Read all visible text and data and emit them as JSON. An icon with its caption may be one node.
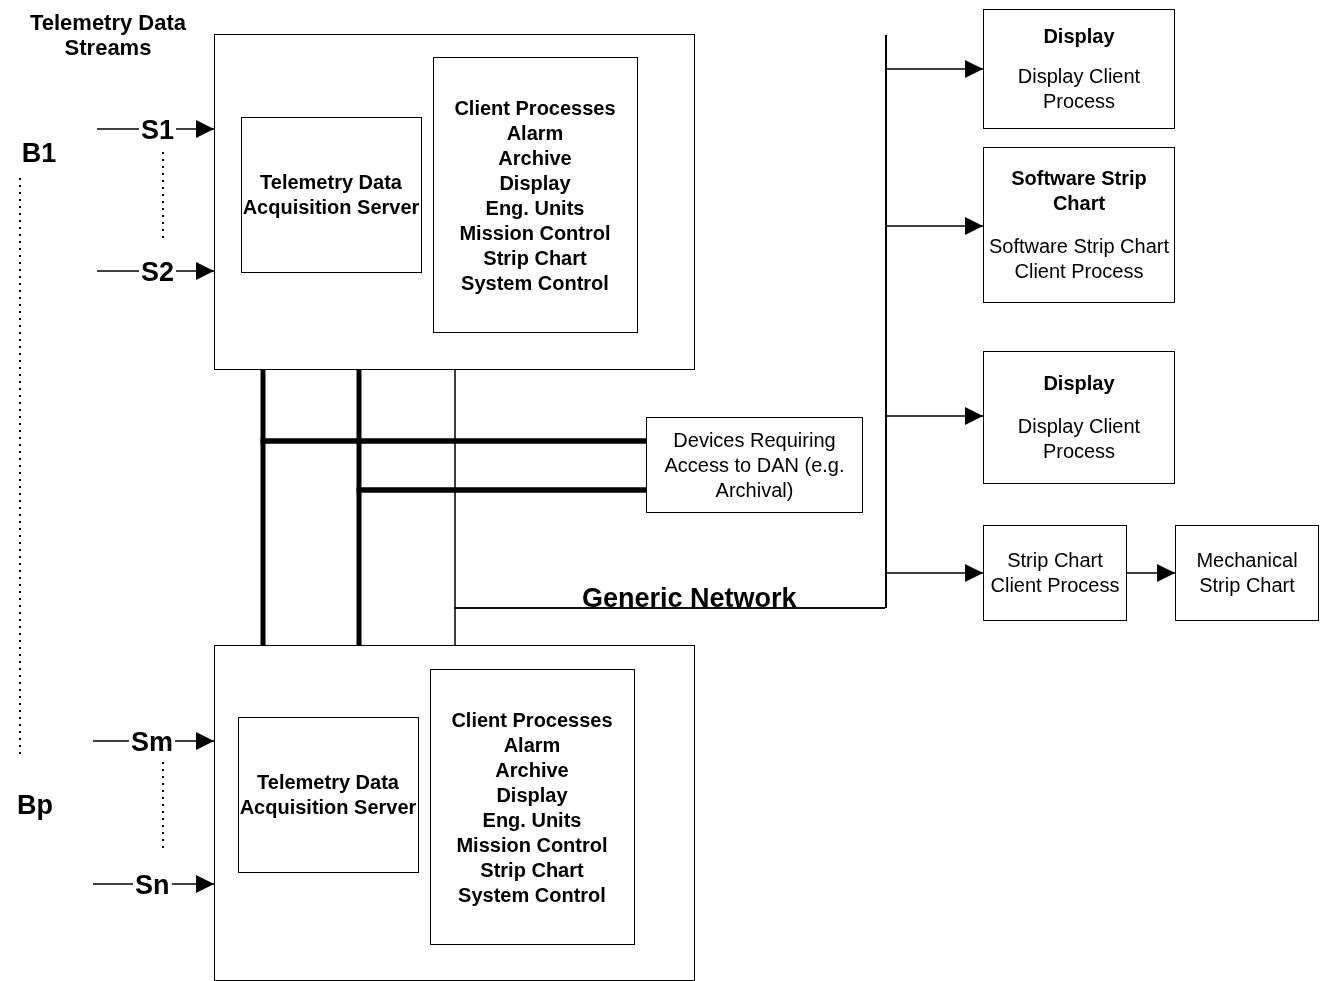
{
  "diagram": {
    "nodes": [
      {
        "text": [],
        "shape": "box"
      },
      {
        "text": [
          "Telemetry Data Acquisition Server"
        ],
        "in": 0
      },
      {
        "text": [
          "Client Processes",
          "Alarm",
          "Archive",
          "Display",
          "Eng. Units",
          "Mission Control",
          "Strip Chart",
          "System Control"
        ],
        "in": 0
      },
      {
        "text": [],
        "shape": "box"
      },
      {
        "text": [
          "Telemetry Data Acquisition Server"
        ],
        "in": 3
      },
      {
        "text": [
          "Client Processes",
          "Alarm",
          "Archive",
          "Display",
          "Eng. Units",
          "Mission Control",
          "Strip Chart",
          "System Control"
        ],
        "in": 3
      },
      {
        "text": [
          "Devices Requiring Access to DAN (e.g. Archival)"
        ]
      },
      {
        "text": [],
        "shape": "bar"
      },
      {
        "text": [
          "Display",
          "Display Client Process"
        ]
      },
      {
        "text": [
          "Software Strip Chart",
          "Software Strip Chart Client Process"
        ]
      },
      {
        "text": [
          "Display",
          "Display Client Process"
        ]
      },
      {
        "text": [
          "Strip Chart Client Process"
        ]
      },
      {
        "text": [
          "Mechanical Strip Chart"
        ]
      }
    ],
    "edges": [
      {
        "from": null,
        "to": 0,
        "arrow": "to",
        "label": "S1"
      },
      {
        "from": null,
        "to": 0,
        "arrow": "to",
        "label": "S2"
      },
      {
        "from": null,
        "to": 3,
        "arrow": "to",
        "label": "Sm"
      },
      {
        "from": null,
        "to": 3,
        "arrow": "to",
        "label": "Sn"
      },
      {
        "from": 0,
        "to": 6,
        "arrow": "none",
        "style": "thick"
      },
      {
        "from": 3,
        "to": 6,
        "arrow": "none",
        "style": "thick"
      },
      {
        "from": 0,
        "to": 6,
        "arrow": "none",
        "style": "thick"
      },
      {
        "from": 3,
        "to": 6,
        "arrow": "none",
        "style": "thick"
      },
      {
        "from": 0,
        "to": 7,
        "arrow": "none",
        "label": "Generic Network"
      },
      {
        "from": 3,
        "to": 7,
        "arrow": "none"
      },
      {
        "from": 7,
        "to": 8,
        "arrow": "to"
      },
      {
        "from": 7,
        "to": 9,
        "arrow": "to"
      },
      {
        "from": 7,
        "to": 10,
        "arrow": "to"
      },
      {
        "from": 7,
        "to": 11,
        "arrow": "to"
      },
      {
        "from": 11,
        "to": 12,
        "arrow": "to"
      }
    ],
    "labels": [
      "Telemetry Data Streams",
      "B1",
      "Bp"
    ]
  }
}
